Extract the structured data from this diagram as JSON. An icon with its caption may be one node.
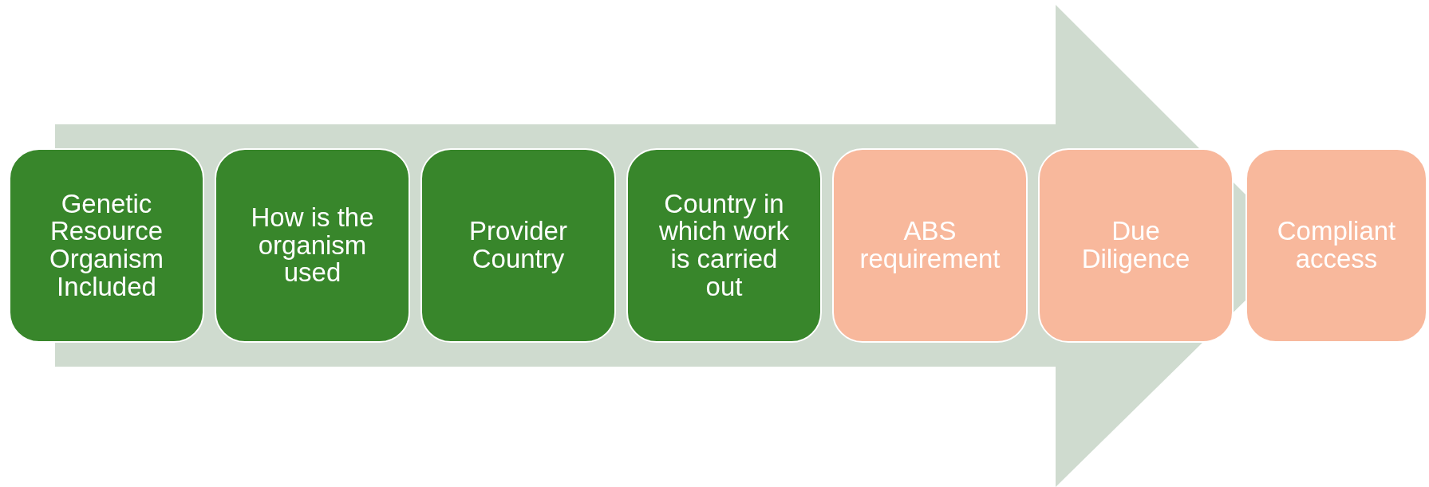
{
  "diagram": {
    "nodes": [
      {
        "text": [
          "Genetic Resource Organism Included"
        ]
      },
      {
        "text": [
          "How is the organism used"
        ]
      },
      {
        "text": [
          "Provider Country"
        ]
      },
      {
        "text": [
          "Country in which work is carried out"
        ]
      },
      {
        "text": [
          "ABS requirement"
        ]
      },
      {
        "text": [
          "Due Diligence"
        ]
      },
      {
        "text": [
          "Compliant access"
        ]
      }
    ],
    "edges": [
      {
        "from": 0,
        "to": 6,
        "arrow": "to"
      }
    ]
  }
}
